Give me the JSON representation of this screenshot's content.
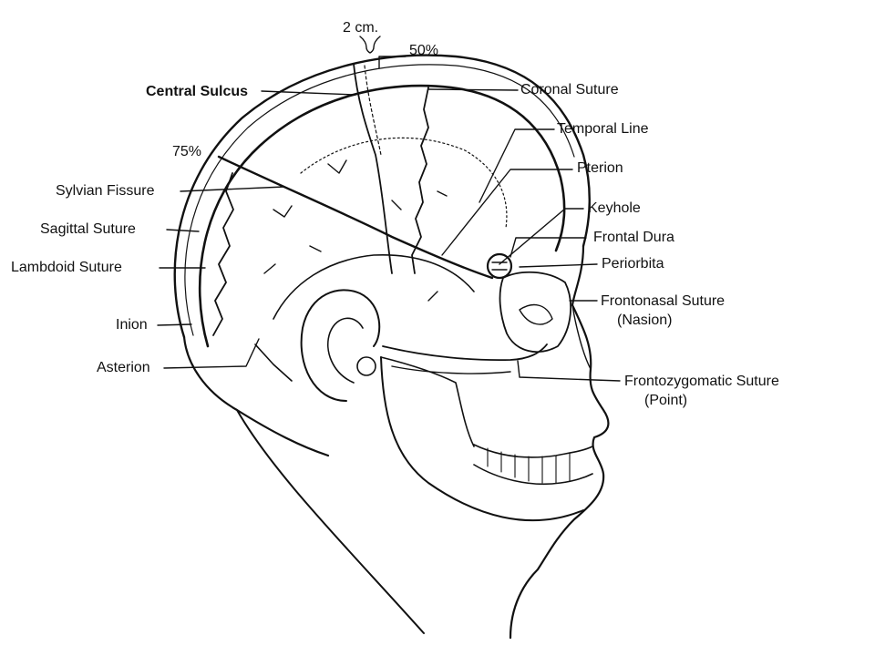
{
  "colors": {
    "ink": "#111111",
    "background": "#ffffff"
  },
  "labels": {
    "two_cm": "2 cm.",
    "fifty_pct": "50%",
    "seventy_five_pct": "75%",
    "central_sulcus": "Central Sulcus",
    "coronal_suture": "Coronal Suture",
    "temporal_line": "Temporal Line",
    "pterion": "Pterion",
    "sylvian_fissure": "Sylvian Fissure",
    "keyhole": "Keyhole",
    "sagittal_suture": "Sagittal Suture",
    "frontal_dura": "Frontal Dura",
    "lambdoid_suture": "Lambdoid Suture",
    "periorbita": "Periorbita",
    "frontonasal_suture": "Frontonasal Suture",
    "nasion": "(Nasion)",
    "inion": "Inion",
    "asterion": "Asterion",
    "frontozygomatic_suture": "Frontozygomatic Suture",
    "point": "(Point)"
  }
}
